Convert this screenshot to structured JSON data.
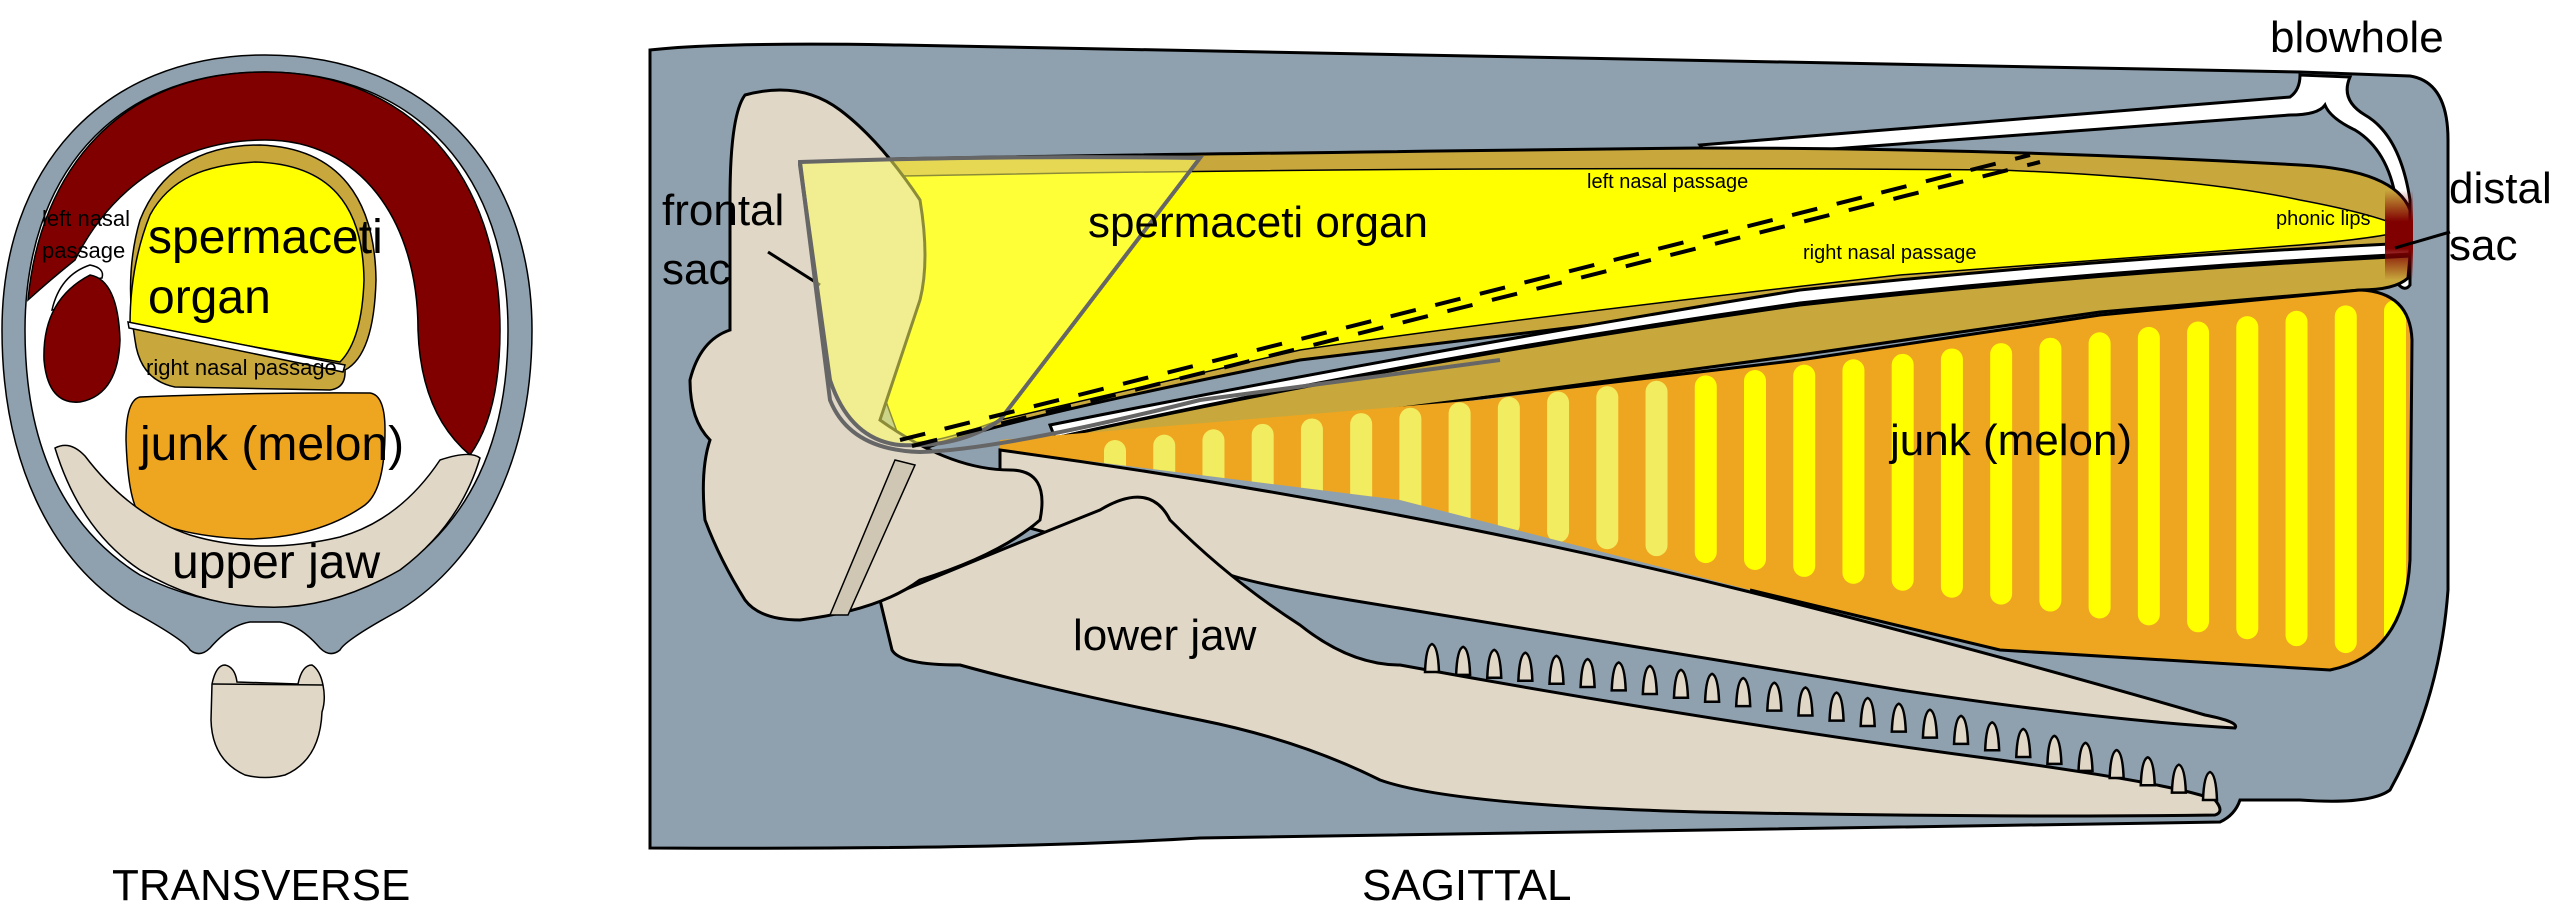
{
  "figure": {
    "subject": "Sperm whale head anatomy",
    "colors": {
      "skin": "#8fa1af",
      "muscle": "#800000",
      "spermaceti": "#ffff00",
      "case_wall": "#c8a83c",
      "junk": "#eea51f",
      "bone": "#e0d7c6",
      "passage": "#ffffff"
    }
  },
  "transverse": {
    "title": "TRANSVERSE",
    "labels": {
      "left_nasal_passage_line1": "left nasal",
      "left_nasal_passage_line2": "passage",
      "spermaceti_line1": "spermaceti",
      "spermaceti_line2": "organ",
      "right_nasal_passage": "right nasal passage",
      "junk": "junk (melon)",
      "upper_jaw": "upper jaw"
    }
  },
  "sagittal": {
    "title": "SAGITTAL",
    "labels": {
      "frontal_sac_line1": "frontal",
      "frontal_sac_line2": "sac",
      "spermaceti": "spermaceti organ",
      "left_nasal_passage": "left nasal passage",
      "right_nasal_passage": "right nasal passage",
      "phonic_lips": "phonic lips",
      "blowhole": "blowhole",
      "distal_sac_line1": "distal",
      "distal_sac_line2": "sac",
      "junk": "junk (melon)",
      "lower_jaw": "lower jaw"
    },
    "junk_stripe_count": 27,
    "tooth_count": 26
  }
}
